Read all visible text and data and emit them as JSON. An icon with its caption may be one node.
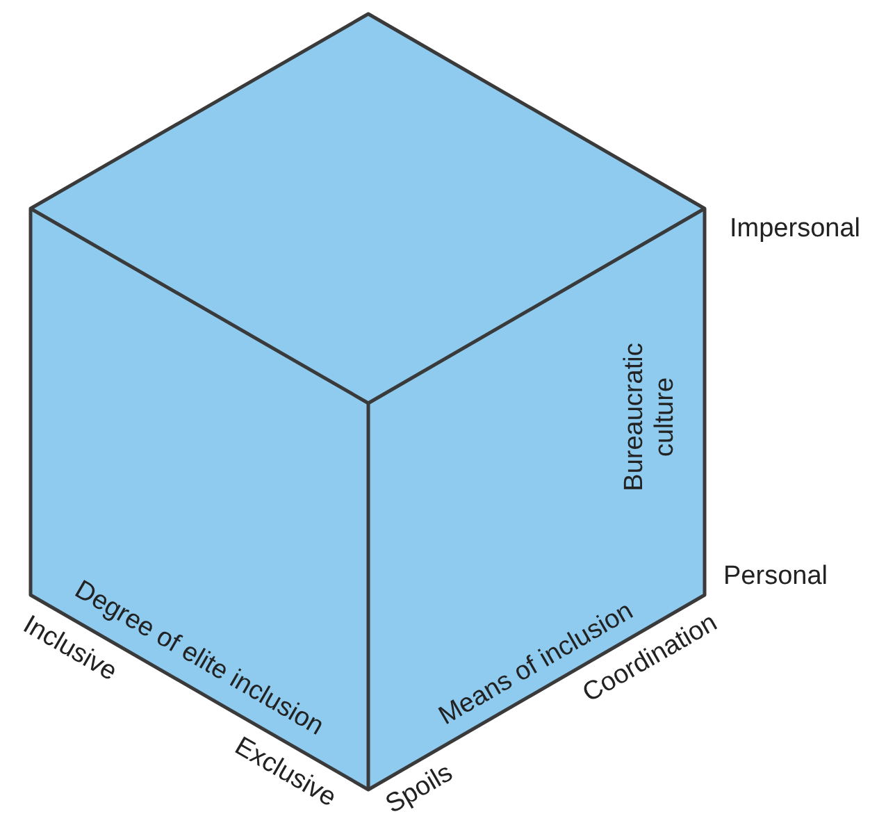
{
  "diagram": {
    "labels": [
      "Impersonal",
      "Bureaucratic culture",
      "Personal",
      "Inclusive",
      "Degree of elite inclusion",
      "Means of inclusion",
      "Coordination",
      "Exclusive",
      "Spoils"
    ]
  }
}
